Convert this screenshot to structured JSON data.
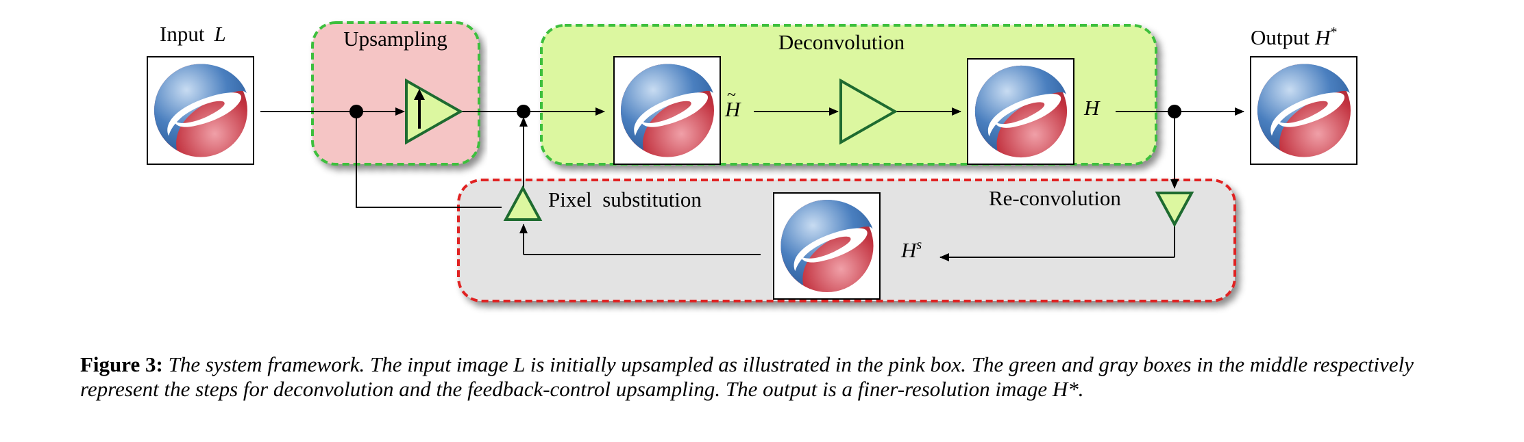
{
  "diagram": {
    "input_label": "Input",
    "input_var": "L",
    "upsampling_label": "Upsampling",
    "deconvolution_label": "Deconvolution",
    "output_label": "Output",
    "output_var": "H",
    "output_sup": "*",
    "h_tilde_label": "H",
    "h_label": "H",
    "hs_label": "H",
    "hs_sup": "s",
    "pixel_substitution_label": "Pixel  substitution",
    "reconvolution_label": "Re-convolution",
    "up_arrow_glyph": "↑",
    "colors": {
      "upsampling_fill": "#f5c5c5",
      "deconvolution_fill": "#dcf7a0",
      "feedback_fill": "#e3e3e3",
      "green_border": "#3cbf3c",
      "red_border": "#e02020",
      "operator_stroke": "#1e6b30",
      "logo_blue": "#4a7fbf",
      "logo_red": "#c2323f"
    },
    "icons": [
      "logo-image",
      "triangle-operator",
      "up-arrow"
    ]
  },
  "caption": {
    "label": "Figure 3:",
    "text": "The system framework. The input image L is initially upsampled as illustrated in the pink box. The green and gray boxes in the middle respectively represent the steps for deconvolution and the feedback-control upsampling. The output is a finer-resolution image H*."
  }
}
